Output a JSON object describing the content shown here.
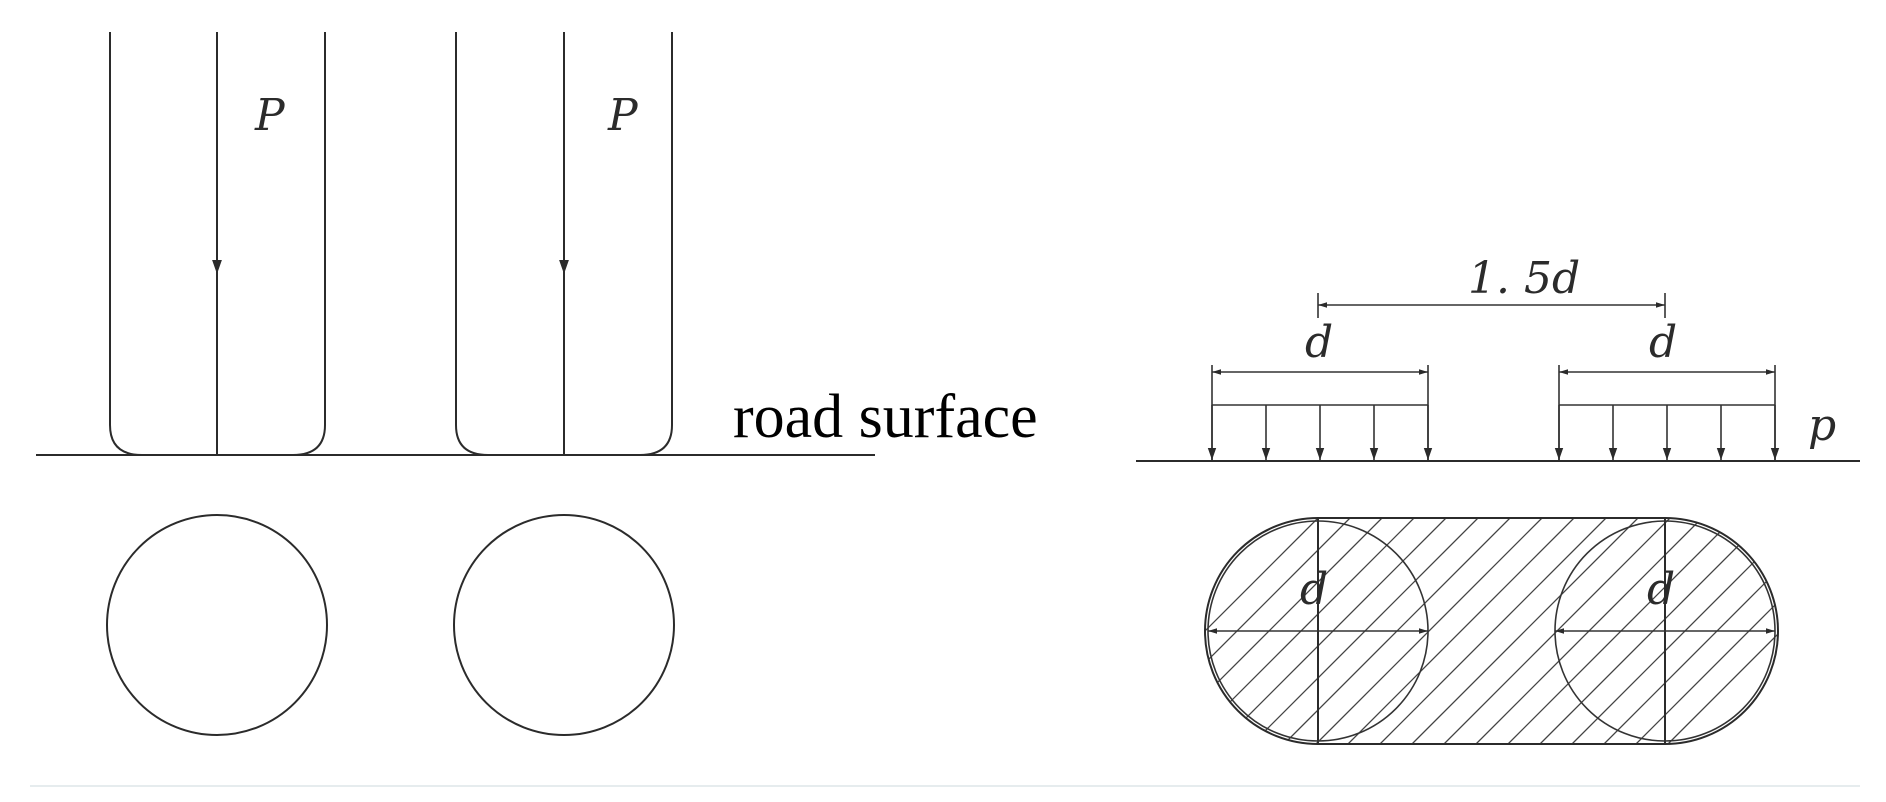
{
  "diagram": {
    "left": {
      "load_labels": [
        "P",
        "P"
      ],
      "surface_label": "road surface"
    },
    "right": {
      "spacing_label": "1. 5d",
      "top_width_labels": [
        "d",
        "d"
      ],
      "pressure_label": "p",
      "plan_width_labels": [
        "d",
        "d"
      ]
    }
  }
}
